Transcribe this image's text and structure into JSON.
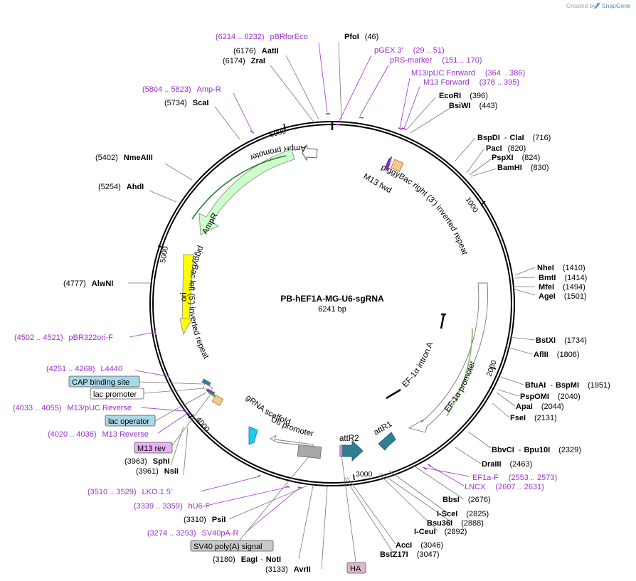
{
  "credit": {
    "text": "Created by",
    "brand": "SnapGene"
  },
  "plasmid": {
    "name": "PB-hEF1A-MG-U6-sgRNA",
    "length": "6241 bp"
  },
  "ticks": [
    "1000",
    "2000",
    "3000",
    "4000",
    "5000",
    "6000"
  ],
  "sites": [
    {
      "name": "PfoI",
      "pos": "(46)"
    },
    {
      "name": "AatII",
      "pos": "(6176)"
    },
    {
      "name": "ZraI",
      "pos": "(6174)"
    },
    {
      "name": "ScaI",
      "pos": "(5734)"
    },
    {
      "name": "NmeAIII",
      "pos": "(5402)"
    },
    {
      "name": "AhdI",
      "pos": "(5254)"
    },
    {
      "name": "AlwNI",
      "pos": "(4777)"
    },
    {
      "name": "SphI",
      "pos": "(3963)"
    },
    {
      "name": "NsiI",
      "pos": "(3961)"
    },
    {
      "name": "PsiI",
      "pos": "(3310)"
    },
    {
      "name": "EagI",
      "name2": "NotI",
      "pos": "(3180)"
    },
    {
      "name": "AvrII",
      "pos": "(3133)"
    },
    {
      "name": "EcoRI",
      "pos": "(396)"
    },
    {
      "name": "BsiWI",
      "pos": "(443)"
    },
    {
      "name": "BspDI",
      "name2": "ClaI",
      "pos": "(716)"
    },
    {
      "name": "PacI",
      "pos": "(820)"
    },
    {
      "name": "PspXI",
      "pos": "(824)"
    },
    {
      "name": "BamHI",
      "pos": "(830)"
    },
    {
      "name": "NheI",
      "pos": "(1410)"
    },
    {
      "name": "BmtI",
      "pos": "(1414)"
    },
    {
      "name": "MfeI",
      "pos": "(1494)"
    },
    {
      "name": "AgeI",
      "pos": "(1501)"
    },
    {
      "name": "BstXI",
      "pos": "(1734)"
    },
    {
      "name": "AflII",
      "pos": "(1806)"
    },
    {
      "name": "BfuAI",
      "name2": "BspMI",
      "pos": "(1951)"
    },
    {
      "name": "PspOMI",
      "pos": "(2040)"
    },
    {
      "name": "ApaI",
      "pos": "(2044)"
    },
    {
      "name": "FseI",
      "pos": "(2131)"
    },
    {
      "name": "BbvCI",
      "name2": "Bpu10I",
      "pos": "(2329)"
    },
    {
      "name": "DraIII",
      "pos": "(2463)"
    },
    {
      "name": "BbsI",
      "pos": "(2676)"
    },
    {
      "name": "I-SceI",
      "pos": "(2825)"
    },
    {
      "name": "Bsu36I",
      "pos": "(2888)"
    },
    {
      "name": "I-CeuI",
      "pos": "(2892)"
    },
    {
      "name": "AccI",
      "pos": "(3046)"
    },
    {
      "name": "BstZ17I",
      "pos": "(3047)"
    }
  ],
  "primers": [
    {
      "name": "pBRforEco",
      "range": "(6214 .. 6232)"
    },
    {
      "name": "pGEX 3'",
      "range": "(29 .. 51)"
    },
    {
      "name": "pRS-marker",
      "range": "(151 .. 170)"
    },
    {
      "name": "M13/pUC Forward",
      "range": "(364 .. 386)"
    },
    {
      "name": "M13 Forward",
      "range": "(378 .. 395)"
    },
    {
      "name": "Amp-R",
      "range": "(5804 .. 5823)"
    },
    {
      "name": "pBR322ori-F",
      "range": "(4502 .. 4521)"
    },
    {
      "name": "L4440",
      "range": "(4251 .. 4268)"
    },
    {
      "name": "M13/pUC Reverse",
      "range": "(4033 .. 4055)"
    },
    {
      "name": "M13 Reverse",
      "range": "(4020 .. 4036)"
    },
    {
      "name": "LKO.1 5'",
      "range": "(3510 .. 3529)"
    },
    {
      "name": "hU6-F",
      "range": "(3339 .. 3359)"
    },
    {
      "name": "SV40pA-R",
      "range": "(3274 .. 3293)"
    },
    {
      "name": "EF1a-F",
      "range": "(2553 .. 2573)"
    },
    {
      "name": "LNCX",
      "range": "(2607 .. 2631)"
    }
  ],
  "badges": [
    {
      "label": "CAP binding site",
      "color": "#a9d8e8"
    },
    {
      "label": "lac promoter",
      "color": "#ffffff"
    },
    {
      "label": "lac operator",
      "color": "#a9d8e8"
    },
    {
      "label": "M13 rev",
      "color": "#e6b3f5"
    },
    {
      "label": "SV40 poly(A) signal",
      "color": "#c8c8c8"
    },
    {
      "label": "HA",
      "color": "#e0b8cc"
    }
  ],
  "features": {
    "ampr_promoter": "AmpR promoter",
    "ampr": "AmpR",
    "ori": "ori",
    "m13_fwd": "M13 fwd",
    "pb_right": "piggyBac right (3') inverted repeat",
    "pb_left": "piggyBac left (5') inverted repeat",
    "ef1a_intron": "EF-1α intron A",
    "ef1a_promoter": "EF-1α promoter",
    "attr1": "attR1",
    "attr2": "attR2",
    "u6_promoter": "U6 promoter",
    "grna": "gRNA scaffold"
  },
  "colors": {
    "ampr": "#ccffcc",
    "ori": "#ffff00",
    "attr": "#2f7f94",
    "sv40": "#a8a8a8",
    "u6": "#ffffff",
    "pbir": "#ffffff",
    "primer": "#9b30d0",
    "grna": "#22c8f0",
    "orange": "#f8c890"
  }
}
